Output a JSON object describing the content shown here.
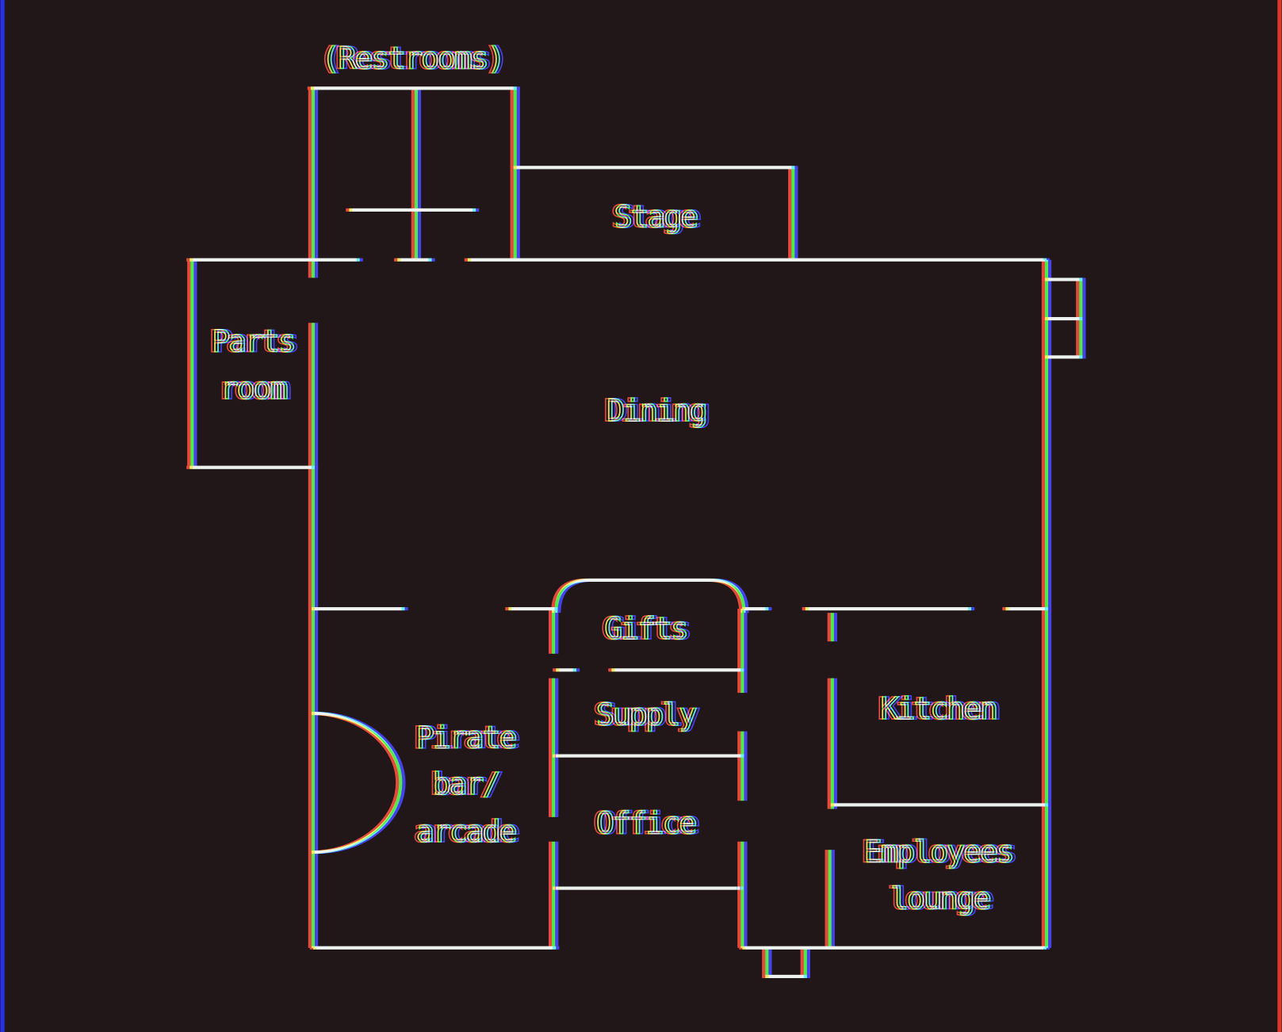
{
  "background_color": "#211718",
  "channel_colors": {
    "red": "#e03828",
    "green": "#38e838",
    "blue": "#2830e8"
  },
  "rooms": {
    "restrooms": "(Restrooms)",
    "stage": "Stage",
    "parts_room": [
      "Parts",
      "room"
    ],
    "dining": "Dining",
    "gifts": "Gifts",
    "supply": "Supply",
    "pirate": [
      "Pirate",
      "bar/",
      "arcade"
    ],
    "office": "Office",
    "kitchen": "Kitchen",
    "lounge": [
      "Employees",
      "lounge"
    ]
  }
}
